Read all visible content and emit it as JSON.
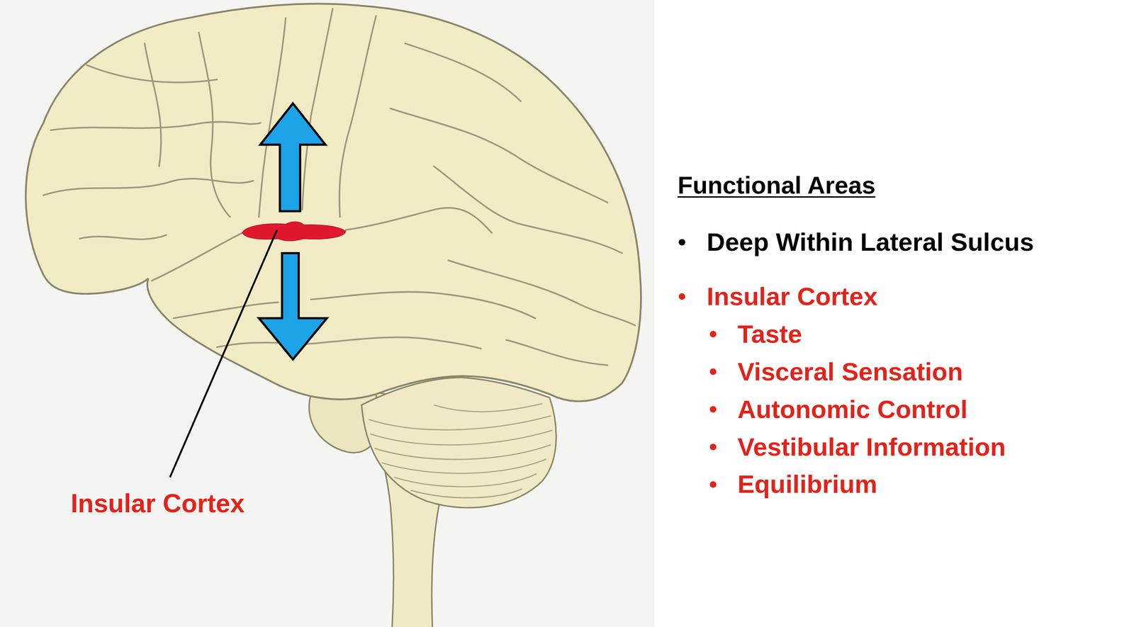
{
  "diagram": {
    "title": "Functional Areas",
    "labels": [
      "Insular Cortex",
      "Deep Within Lateral Sulcus",
      "Insular Cortex",
      "Taste",
      "Visceral Sensation",
      "Autonomic Control",
      "Vestibular Information",
      "Equilibrium"
    ]
  }
}
